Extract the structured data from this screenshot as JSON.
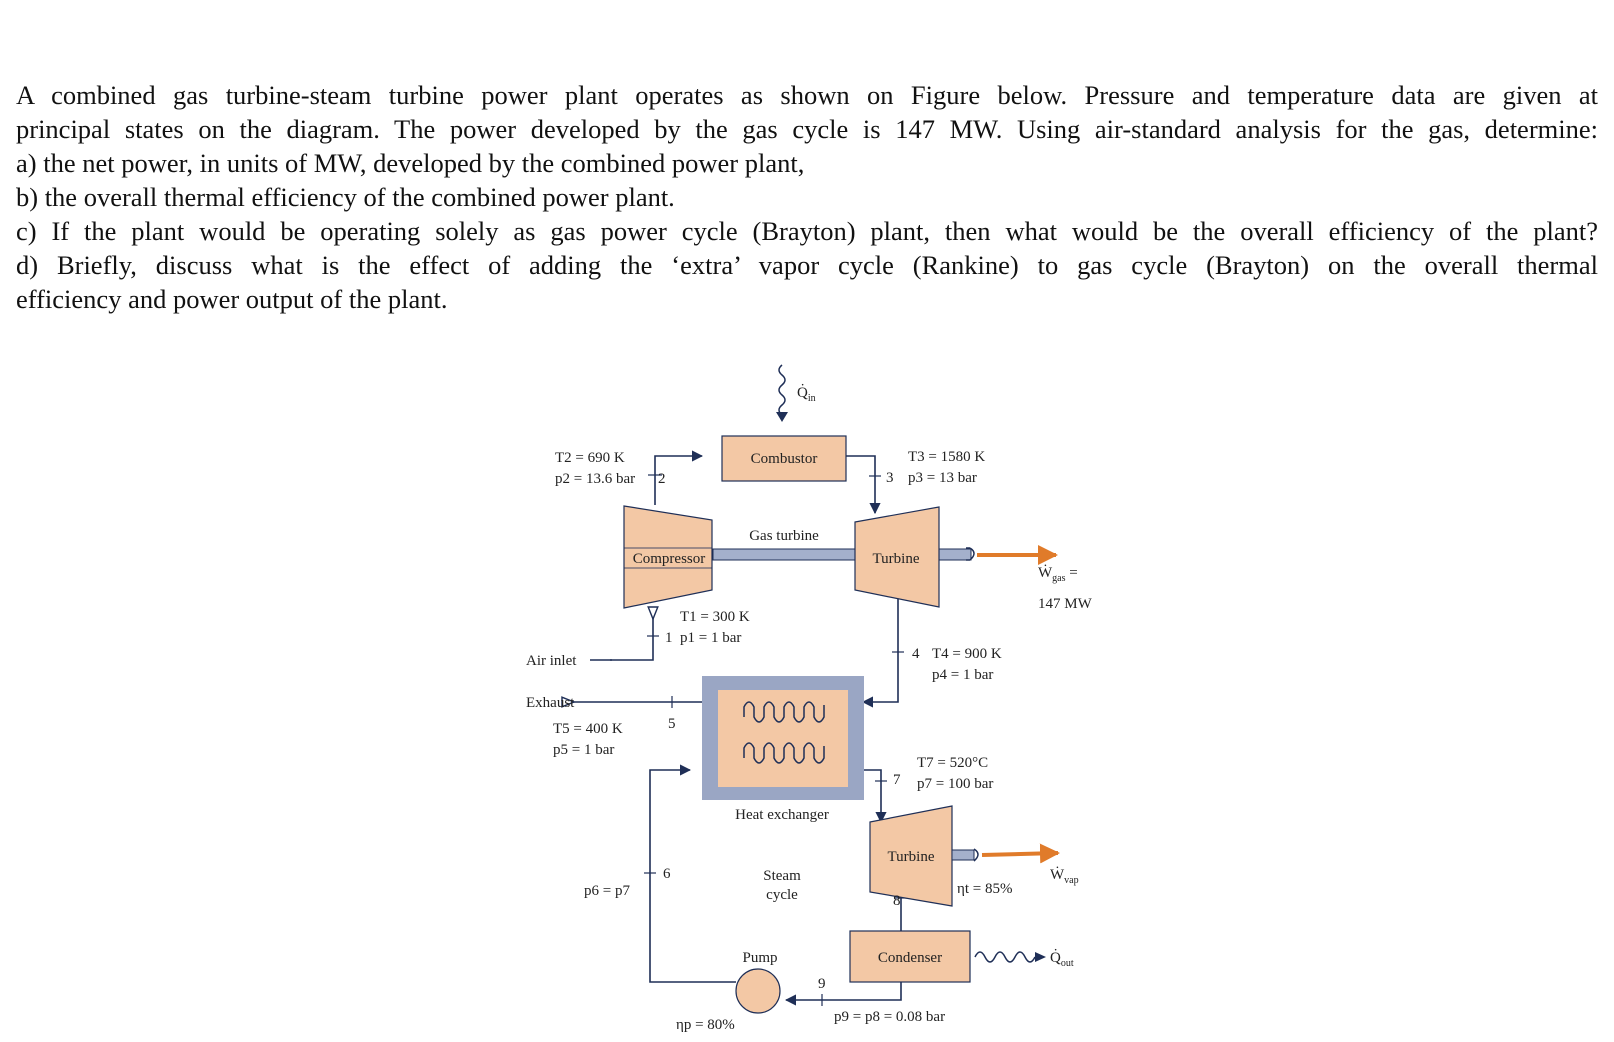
{
  "problem": {
    "lines": [
      "A combined gas turbine-steam turbine power plant operates as shown on Figure below. Pressure and temperature data are given at",
      "principal states on the diagram. The power developed by the gas cycle is 147 MW. Using air-standard analysis for the gas, determine:",
      "a) the net power, in units of MW, developed by the combined power plant,",
      "b) the overall thermal efficiency of the combined power plant.",
      "c) If the plant would be operating solely as gas power cycle (Brayton) plant, then what would be the overall efficiency of the plant?",
      "d) Briefly, discuss what is the effect of adding the ‘extra’ vapor cycle (Rankine) to gas cycle (Brayton) on the overall thermal",
      "efficiency and power output of the plant."
    ]
  },
  "diagram": {
    "components": {
      "combustor": "Combustor",
      "gas_turbine": "Gas turbine",
      "compressor": "Compressor",
      "turbine": "Turbine",
      "heat_exchanger": "Heat exchanger",
      "steam_cycle_1": "Steam",
      "steam_cycle_2": "cycle",
      "steam_turbine": "Turbine",
      "condenser": "Condenser",
      "pump": "Pump"
    },
    "labels": {
      "air_inlet": "Air inlet",
      "exhaust": "Exhaust",
      "q_in": "Q̇",
      "q_in_sub": "in",
      "q_out": "Q̇",
      "q_out_sub": "out",
      "w_gas": "Ẇ",
      "w_gas_sub": "gas",
      "w_gas_eq": " =",
      "w_gas_value": "147 MW",
      "w_vap": "Ẇ",
      "w_vap_sub": "vap",
      "eta_t": "ηt = 85%",
      "eta_p": "ηp = 80%"
    },
    "states": {
      "s1_num": "1",
      "s1_T": "T1 = 300 K",
      "s1_p": "p1 = 1 bar",
      "s2_num": "2",
      "s2_T": "T2 = 690 K",
      "s2_p": "p2 = 13.6 bar",
      "s3_num": "3",
      "s3_T": "T3 = 1580 K",
      "s3_p": "p3 = 13 bar",
      "s4_num": "4",
      "s4_T": "T4 = 900 K",
      "s4_p": "p4 = 1 bar",
      "s5_num": "5",
      "s5_T": "T5 = 400 K",
      "s5_p": "p5 = 1 bar",
      "s6_num": "6",
      "s6_p": "p6 = p7",
      "s7_num": "7",
      "s7_T": "T7 = 520°C",
      "s7_p": "p7 = 100 bar",
      "s8_num": "8",
      "s9_num": "9",
      "s9_p": "p9 = p8 = 0.08 bar"
    },
    "colors": {
      "equipment_fill": "#f3c8a5",
      "hx_frame": "#9aa6c4",
      "line": "#1f2f57",
      "work_arrow": "#e07b2a",
      "shaft": "#a4b0cc"
    }
  }
}
